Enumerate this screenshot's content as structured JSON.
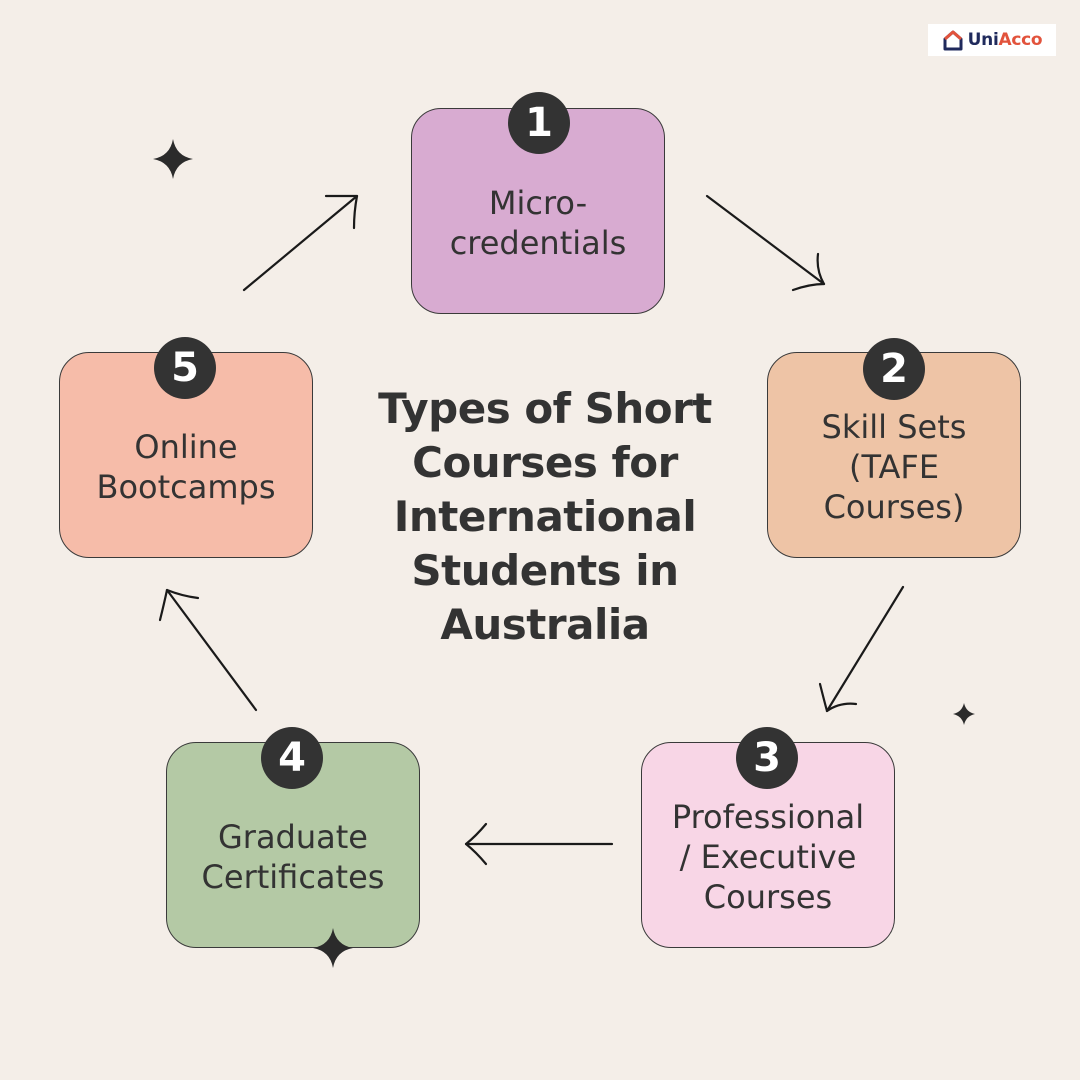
{
  "brand": {
    "name_part1": "Uni",
    "name_part2": "Acco",
    "icon": "house-icon",
    "colors": {
      "navy": "#1f2a5c",
      "orange": "#e2533c"
    }
  },
  "title": "Types of Short\nCourses for\nInternational\nStudents in\nAustralia",
  "steps": [
    {
      "number": "1",
      "label": "Micro-\ncredentials",
      "color": "#d8abd1"
    },
    {
      "number": "2",
      "label": "Skill Sets\n(TAFE\nCourses)",
      "color": "#eec4a6"
    },
    {
      "number": "3",
      "label": "Professional\n/ Executive\nCourses",
      "color": "#f8d6e6"
    },
    {
      "number": "4",
      "label": "Graduate\nCertificates",
      "color": "#b4c9a5"
    },
    {
      "number": "5",
      "label": "Online\nBootcamps",
      "color": "#f6bca9"
    }
  ],
  "background": "#f4eee8",
  "decorations": [
    "sparkle-icon",
    "sparkle-icon",
    "sparkle-icon"
  ],
  "connectors": [
    "arrow-icon",
    "arrow-icon",
    "arrow-icon",
    "arrow-icon",
    "arrow-icon"
  ]
}
